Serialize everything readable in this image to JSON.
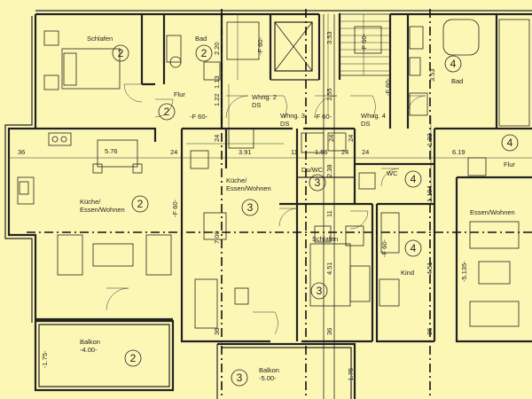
{
  "rooms": {
    "schlafen_top": "Schlafen",
    "bad_left": "Bad",
    "flur_left": "Flur",
    "kueche_left": "Küche/\nEssen/Wohnen",
    "balkon_left": "Balkon\n-4.00-",
    "whng2": "Whng. 2\nDS",
    "whng3": "Whng. 3\nDS",
    "whng4": "Whng. 4\nDS",
    "kueche_mid": "Küche/\nEssen/Wohnen",
    "du_wc": "Du/WC",
    "schlafen_mid": "Schlafen",
    "balkon_mid": "Balkon\n-5.00-",
    "wc_right": "WC",
    "kind": "Kind",
    "bad_right": "Bad",
    "flur_right": "Flur",
    "essen_right": "Essen/Wohnen"
  },
  "units": {
    "u_schlafen": "2",
    "u_bad": "2",
    "u_flur": "2",
    "u_kueche": "2",
    "u_balkon_left": "2",
    "u_kueche_mid": "3",
    "u_du_wc": "3",
    "u_schlafen_mid": "3",
    "u_balkon_mid": "3",
    "u_top_right": "4",
    "u_flur_right": "4",
    "u_wc_right": "4",
    "u_kind": "4"
  },
  "dims": {
    "d_220": "2.20",
    "d_f60_a": "-F 60-",
    "d_353a": "3.53",
    "d_f60_b": "-F 60-",
    "d_353b": "3.53",
    "d_f60_c": "-F 60-",
    "d_122a": "1.22",
    "d_113": "1.13",
    "d_155": "1.55",
    "d_f60_d": "-F 60-",
    "d_f60_e": "-F 60-",
    "d_24a": "24",
    "d_24b": "24",
    "d_24c": "24",
    "d_122b": "1.22",
    "d_36a": "36",
    "d_576": "5.76",
    "d_24d": "24",
    "d_391": "3.91",
    "d_11": "11",
    "d_156": "1.56",
    "d_24e": "24",
    "d_24f": "24",
    "d_619": "6.19",
    "d_238": "2.38",
    "d_1194": "1.194",
    "d_f60_f": "-F 60-",
    "d_700": "7.00",
    "d_11b": "11",
    "d_451a": "4.51",
    "d_f60_g": "-F 60-",
    "d_451b": "4.51",
    "d_5135": "-5.135-",
    "d_36b": "36",
    "d_36c": "36",
    "d_36d": "36",
    "d_175a": "-1.75-",
    "d_175b": "-1.75-"
  }
}
